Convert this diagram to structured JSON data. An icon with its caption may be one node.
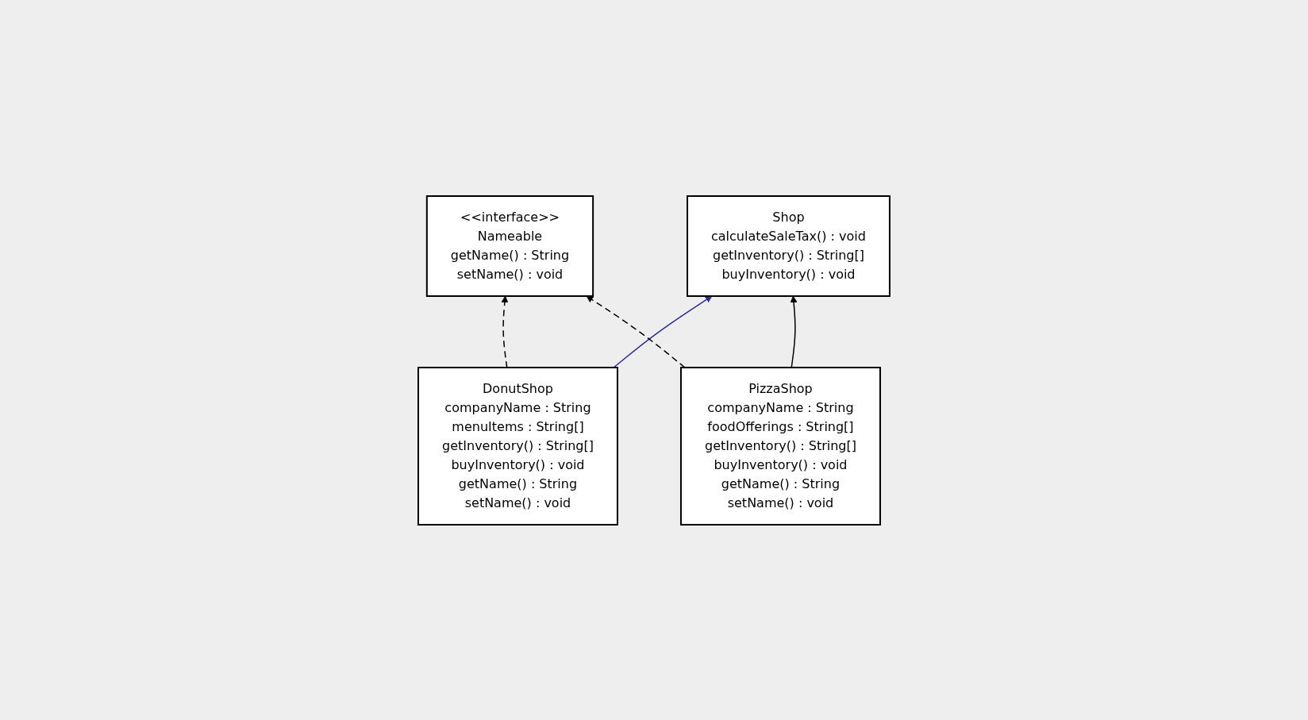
{
  "diagram": {
    "nodes": [
      {
        "text": [
          "<<interface>>",
          "Nameable",
          "getName() : String",
          "setName() : void"
        ]
      },
      {
        "text": [
          "Shop",
          "calculateSaleTax() : void",
          "getInventory() : String[]",
          "buyInventory() : void"
        ]
      },
      {
        "text": [
          "DonutShop",
          "companyName : String",
          "menuItems : String[]",
          "getInventory() : String[]",
          "buyInventory() : void",
          "getName() : String",
          "setName() : void"
        ]
      },
      {
        "text": [
          "PizzaShop",
          "companyName : String",
          "foodOfferings : String[]",
          "getInventory() : String[]",
          "buyInventory() : void",
          "getName() : String",
          "setName() : void"
        ]
      }
    ],
    "edges": [
      {
        "from": 2,
        "to": 0,
        "arrow": "to",
        "style": "dashed"
      },
      {
        "from": 2,
        "to": 1,
        "arrow": "to",
        "color": "#2a2aa0"
      },
      {
        "from": 3,
        "to": 0,
        "arrow": "to",
        "style": "dashed"
      },
      {
        "from": 3,
        "to": 1,
        "arrow": "to"
      }
    ]
  }
}
